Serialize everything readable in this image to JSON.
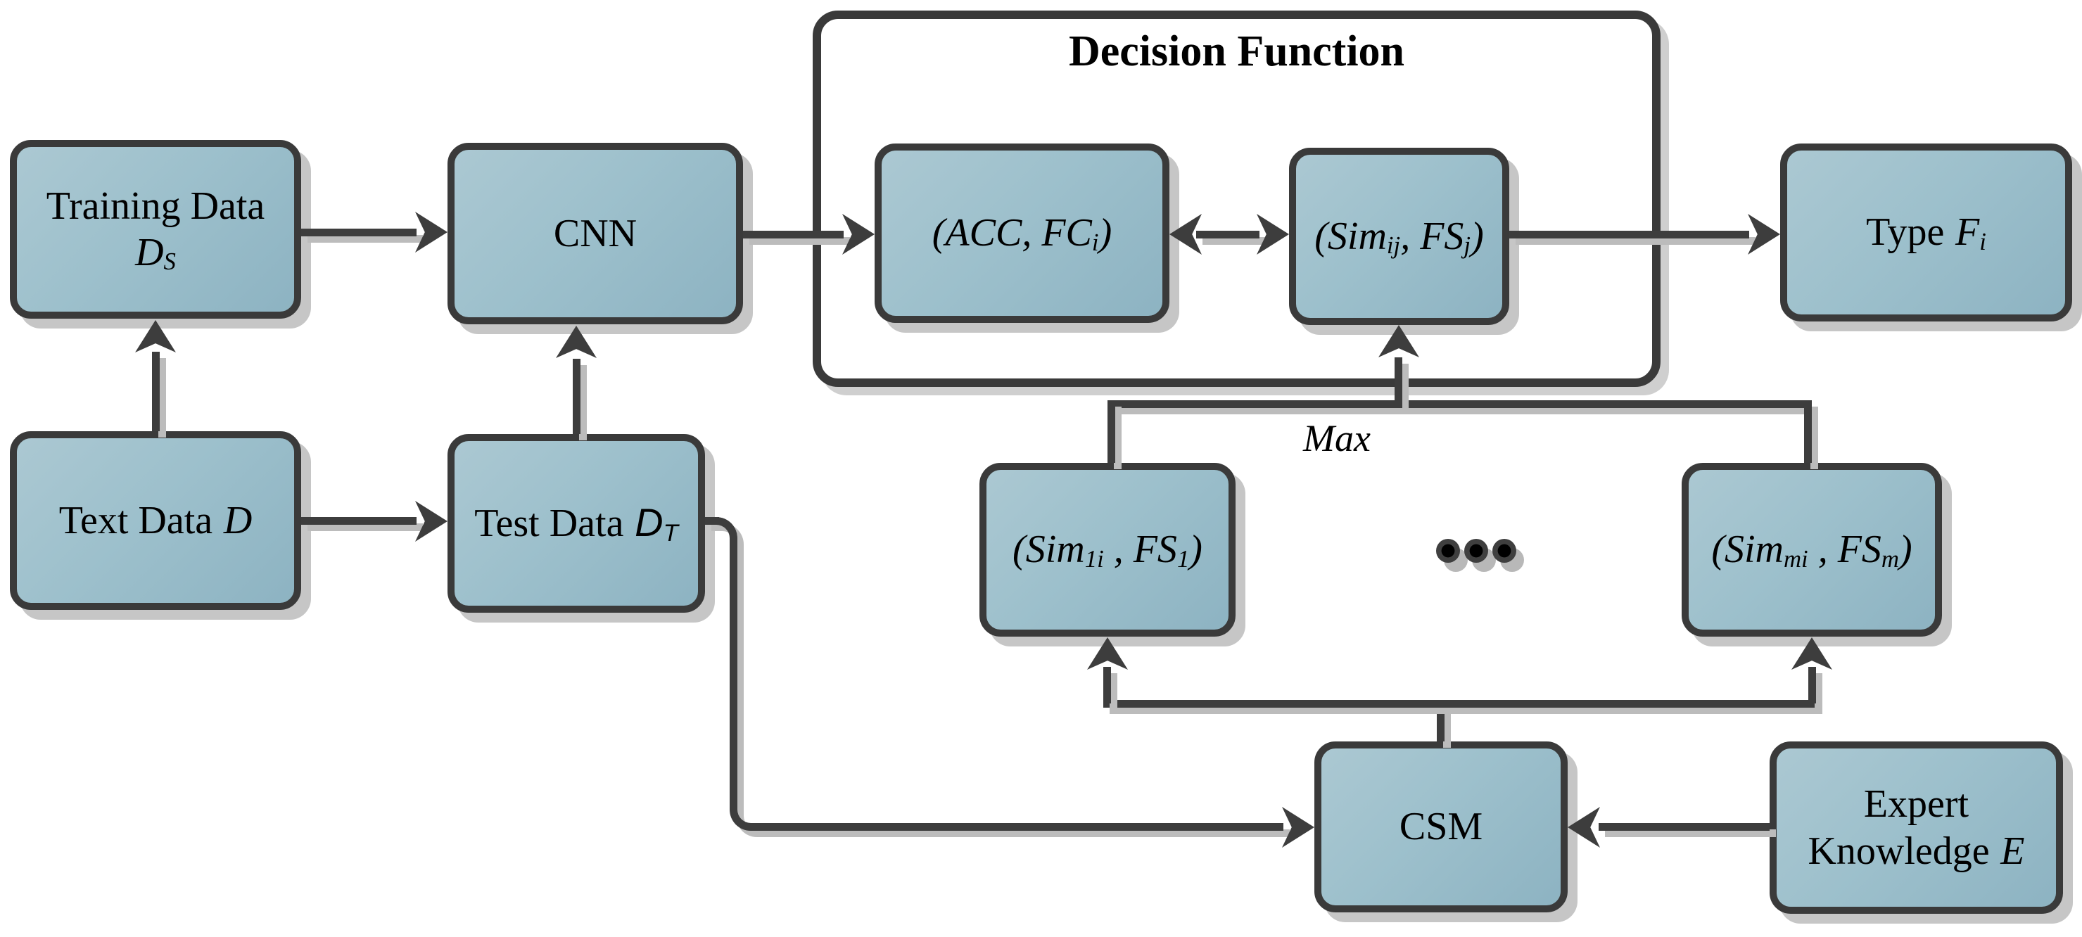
{
  "diagram": {
    "decision_function": {
      "title": "Decision Function"
    },
    "max_label": "Max",
    "nodes": {
      "training": {
        "line1": "Training Data",
        "symbol": "D",
        "subscript": "S"
      },
      "cnn": {
        "label": "CNN"
      },
      "text_data": {
        "label": "Text Data",
        "symbol": "D"
      },
      "test_data": {
        "label": "Test Data",
        "symbol": "D",
        "subscript": "T"
      },
      "acc_fc": {
        "prefix": "(ACC, FC",
        "subscript": "i",
        "suffix": ")"
      },
      "sim_ij": {
        "p1": "(Sim",
        "sub1": "ij",
        "p2": ", FS",
        "sub2": "j",
        "p3": ")"
      },
      "type": {
        "label": "Type",
        "symbol": "F",
        "subscript": "i"
      },
      "sim_1i": {
        "p1": "(Sim",
        "sub1": "1i",
        "p2": " , FS",
        "sub2": "1",
        "p3": ")"
      },
      "sim_mi": {
        "p1": "(Sim",
        "sub1": "mi",
        "p2": " , FS",
        "sub2": "m",
        "p3": ")"
      },
      "csm": {
        "label": "CSM"
      },
      "expert": {
        "line1": "Expert",
        "line2": "Knowledge",
        "symbol": "E"
      }
    },
    "colors": {
      "box_fill_light": "#abc8d2",
      "box_fill_dark": "#8db3c2",
      "box_border": "#3a3a3a",
      "arrow": "#3d3d3d",
      "shadow": "#bcbcbc"
    }
  }
}
